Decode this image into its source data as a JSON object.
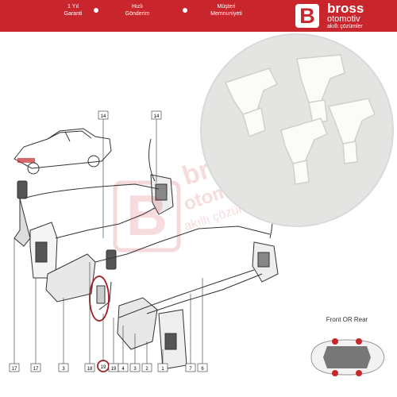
{
  "header": {
    "badges": [
      {
        "line1": "1 Yıl",
        "line2": "Garanti"
      },
      {
        "line1": "Hızlı",
        "line2": "Gönderim"
      },
      {
        "line1": "Müşteri",
        "line2": "Memnuniyeti"
      }
    ],
    "logo_letter": "B",
    "brand_name": "bross",
    "brand_sub": "otomotiv",
    "brand_tag": "akıllı çözümler",
    "accent_color": "#c8262c"
  },
  "watermark": {
    "letter": "B",
    "line1": "bross",
    "line2": "otomotiv",
    "line3": "akıllı çözümler"
  },
  "callouts": {
    "top": [
      "14",
      "14"
    ],
    "bottom": [
      "17",
      "17",
      "3",
      "18",
      "19",
      "19",
      "4",
      "3",
      "2",
      "1",
      "7",
      "6"
    ]
  },
  "inset": {
    "description": "white plastic clips (4 pieces)"
  },
  "front_rear": {
    "label": "Front OR Rear",
    "car_icon": "car-top-view-icon"
  }
}
